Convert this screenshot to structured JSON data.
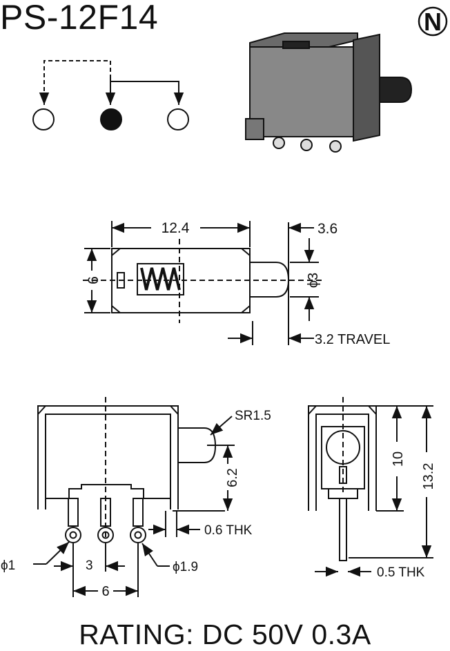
{
  "header": {
    "model": "PS-12F14",
    "logo_letter": "N"
  },
  "schematic": {
    "terminals": [
      "open",
      "common",
      "open"
    ]
  },
  "top_view": {
    "length": "12.4",
    "height": "6",
    "actuator_length": "3.6",
    "actuator_dia": "ϕ3",
    "travel": "3.2 TRAVEL"
  },
  "side_view": {
    "radius": "SR1.5",
    "actuator_offset": "6.2",
    "thickness": "0.6 THK",
    "pin_hole": "ϕ1",
    "pitch": "3",
    "pin_eye": "ϕ1.9",
    "span": "6"
  },
  "end_view": {
    "body_height": "10",
    "total_height": "13.2",
    "thickness": "0.5 THK"
  },
  "footer": {
    "rating": "RATING: DC 50V 0.3A"
  },
  "colors": {
    "ink": "#111111",
    "body_fill": "#8a8a8a",
    "body_dark": "#4a4a4a"
  }
}
